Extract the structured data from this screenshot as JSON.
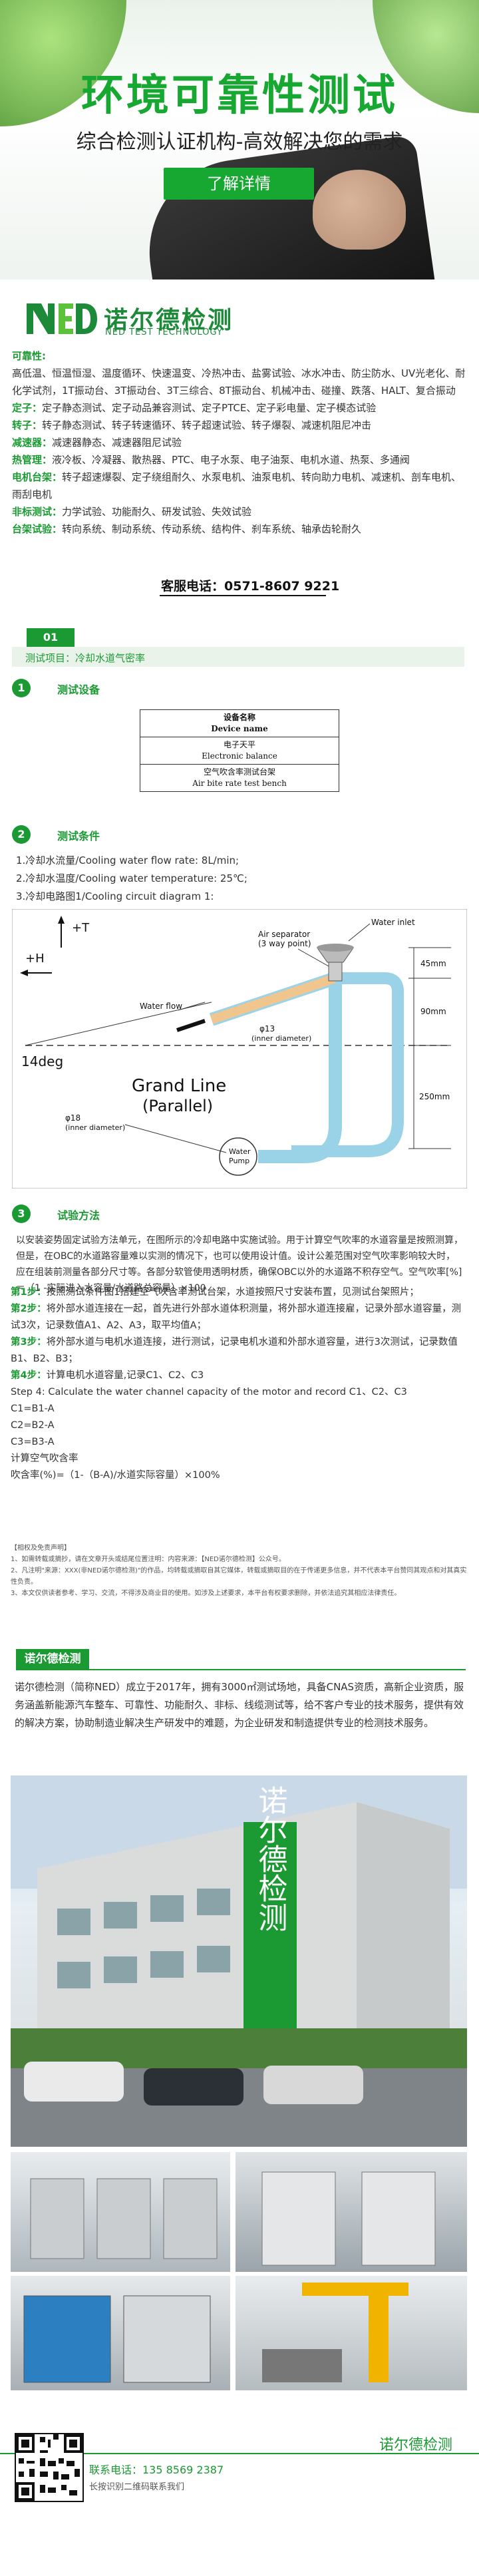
{
  "hero": {
    "title": "环境可靠性测试",
    "subtitle": "综合检测认证机构-高效解决您的需求",
    "cta": "了解详情"
  },
  "logo": {
    "text_cn": "诺尔德检测",
    "text_en": "NED TEST TECHNOLOGY"
  },
  "intro": {
    "reliability_label": "可靠性:",
    "reliability_text": "高低温、恒温恒湿、温度循环、快速温变、冷热冲击、盐雾试验、冰水冲击、防尘防水、UV光老化、耐化学试剂，1T振动台、3T振动台、3T三综合、8T振动台、机械冲击、碰撞、跌落、HALT、复合振动",
    "rows": [
      {
        "label": "定子：",
        "text": "定子静态测试、定子动品兼容测试、定子PTCE、定子彩电量、定子模态试验"
      },
      {
        "label": "转子：",
        "text": "转子静态测试、转子转速循环、转子超速试验、转子爆裂、减速机阻尼冲击"
      },
      {
        "label": "减速器：",
        "text": "减速器静态、减速器阻尼试验"
      },
      {
        "label": "热管理：",
        "text": "液冷板、冷凝器、散热器、PTC、电子水泵、电子油泵、电机水道、热泵、多通阀"
      },
      {
        "label": "电机台架：",
        "text": "转子超速爆裂、定子绕组耐久、水泵电机、油泵电机、转向助力电机、减速机、剖车电机、雨刮电机"
      },
      {
        "label": "非标测试：",
        "text": "力学试验、功能耐久、研发试验、失效试验"
      },
      {
        "label": "台架试验：",
        "text": "转向系统、制动系统、传动系统、结构件、刹车系统、轴承齿轮耐久"
      }
    ],
    "phone_label": "客服电话：",
    "phone": "0571-8607 9221"
  },
  "section1": {
    "number": "01",
    "title": "测试项目：冷却水道气密率"
  },
  "device": {
    "heading": "测试设备",
    "table": [
      {
        "cn": "设备名称",
        "en": "Device name"
      },
      {
        "cn": "电子天平",
        "en": "Electronic balance"
      },
      {
        "cn": "空气吹含率测试台架",
        "en": "Air bite rate test bench"
      }
    ]
  },
  "conditions": {
    "heading": "测试条件",
    "lines": [
      "1.冷却水流量/Cooling water flow rate: 8L/min;",
      "2.冷却水温度/Cooling water temperature: 25℃;",
      "3.冷却电路图1/Cooling circuit diagram 1:"
    ]
  },
  "diagram": {
    "plus_t": "+T",
    "plus_h": "+H",
    "angle": "14deg",
    "grand_line_1": "Grand Line",
    "grand_line_2": "(Parallel)",
    "air_separator_1": "Air separator",
    "air_separator_2": "(3 way point)",
    "water_inlet": "Water inlet",
    "water_flow": "Water flow",
    "phi1": "φ13",
    "phi1_note": "(inner diameter)",
    "phi2": "φ18",
    "phi2_note": "(inner diameter)",
    "pump_1": "Water",
    "pump_2": "Pump",
    "dim_45": "45mm",
    "dim_90": "90mm",
    "dim_250": "250mm"
  },
  "method": {
    "heading": "试验方法",
    "intro": "以安装姿势固定试验方法单元，在图所示的冷却电路中实施试验。用于计算空气吹率的水道容量是按照测算，但是，在OBC的水道路容量难以实测的情况下，也可以使用设计值。设计公差范围对空气吹率影响较大时，应在组装前测量各部分尺寸等。各部分软管使用透明材质，确保OBC以外的水道路不积存空气。空气吹率[%]＝（1 -实际进入水容量/水道路总容量）×100",
    "steps": [
      {
        "label": "第1步：",
        "text": "按照测试条件图1搭建空气吹含率测试台架，水道按照尺寸安装布置，见测试台架照片；"
      },
      {
        "label": "第2步：",
        "text": "将外部水道连接在一起，首先进行外部水道体积测量，将外部水道连接雇，记录外部水道容量，测试3次，记录数值A1、A2、A3，取平均值A；"
      },
      {
        "label": "第3步：",
        "text": "将外部水道与电机水道连接，进行测试，记录电机水道和外部水道容量，进行3次测试，记录数值B1、B2、B3；"
      },
      {
        "label": "第4步：",
        "text": "计算电机水道容量,记录C1、C2、C3"
      },
      {
        "label": "",
        "text": "Step 4: Calculate the water channel capacity of the motor and record C1、C2、C3"
      },
      {
        "label": "",
        "text": "C1=B1-A"
      },
      {
        "label": "",
        "text": "C2=B2-A"
      },
      {
        "label": "",
        "text": "C3=B3-A"
      },
      {
        "label": "",
        "text": "计算空气吹含率"
      },
      {
        "label": "",
        "text": "吹含率(%)=（1-（B-A)/水道实际容量）×100%"
      }
    ]
  },
  "notes": [
    "【相权及免责声明】",
    "1、如需转载或摘抄，请在文章开头或结尾位置注明：内容来源：【NED诺尔德检测】公众号。",
    "2、凡注明\"来源：XXX(非NED诺尔德检测)\"的作品，均转载或摘取自其它媒体，转载或摘取目的在于传递更多信息，并不代表本平台赞同其观点和对其真实性负责。",
    "3、本文仅供读者参考、学习、交流，不得涉及商业目的使用。如涉及上述要求，本平台有权要求删除，并依法追究其相应法律责任。"
  ],
  "company": {
    "title": "诺尔德检测",
    "text": "诺尔德检测（简称NED）成立于2017年，拥有3000㎡测试场地，具备CNAS资质，高新企业资质，服务涵盖新能源汽车整车、可靠性、功能耐久、非标、线缆测试等，给不客户专业的技术服务，提供有效的解决方案，协助制造业解决生产研发中的难题，为企业研发和制造提供专业的检测技术服务。",
    "building_sign": "诺尔德检测"
  },
  "footer": {
    "brand": "诺尔德检测",
    "phone": "联系电话：135 8569 2387",
    "tip": "长按识别二维码联系我们"
  }
}
